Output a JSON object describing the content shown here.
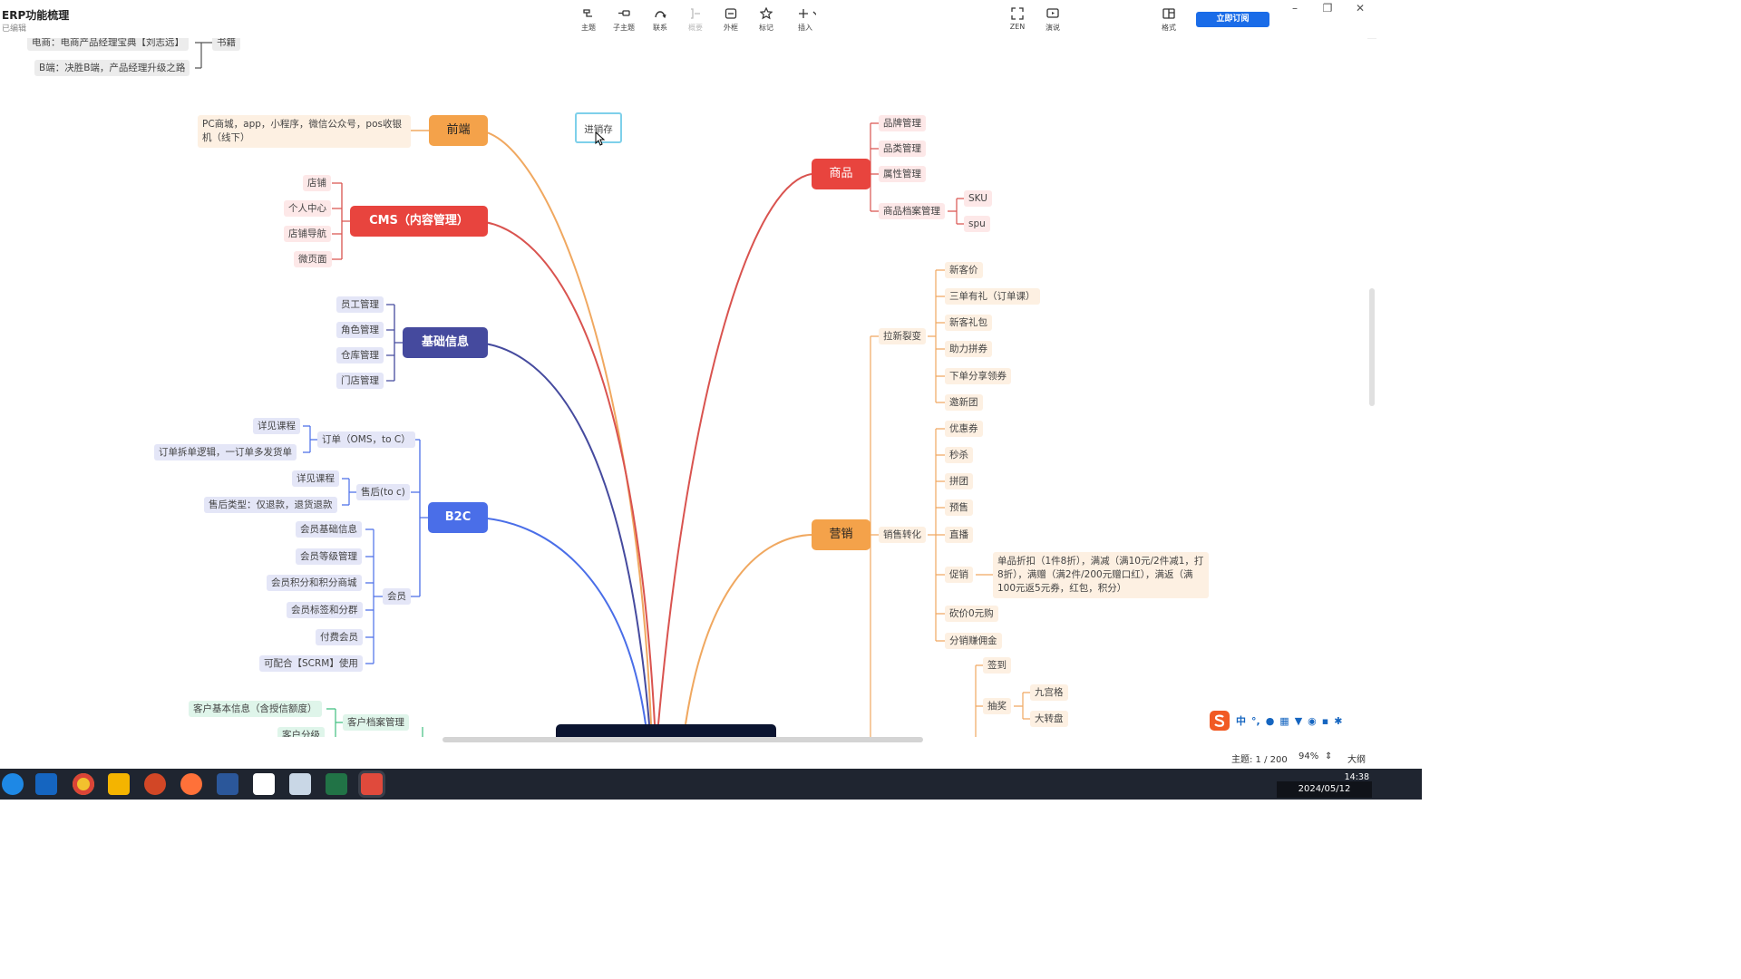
{
  "header": {
    "title": "ERP功能梳理",
    "subtitle": "已编辑",
    "subscribe": "立即订阅"
  },
  "toolbar": [
    {
      "label": "主题",
      "icon": "topic-icon"
    },
    {
      "label": "子主题",
      "icon": "subtopic-icon"
    },
    {
      "label": "联系",
      "icon": "relationship-icon"
    },
    {
      "label": "概要",
      "icon": "summary-icon"
    },
    {
      "label": "外框",
      "icon": "boundary-icon"
    },
    {
      "label": "标记",
      "icon": "marker-icon"
    },
    {
      "label": "插入",
      "icon": "insert-icon"
    },
    {
      "label": "ZEN",
      "icon": "zen-icon"
    },
    {
      "label": "演说",
      "icon": "pitch-icon"
    },
    {
      "label": "格式",
      "icon": "format-icon"
    }
  ],
  "colors": {
    "red": "#e8443e",
    "orange": "#f4a24a",
    "navy": "#454a9e",
    "blue": "#4a6ee8",
    "orange_branch": "#f0a860",
    "red_branch": "#d9534f",
    "root": "#0b1430",
    "accent": "#1a6ce8"
  },
  "mindmap": {
    "books": {
      "label": "书籍",
      "items": [
        "电商：电商产品经理宝典【刘志远】",
        "B端：决胜B端，产品经理升级之路"
      ]
    },
    "frontend": {
      "label": "前端",
      "note": "PC商城，app，小程序，微信公众号，pos收银机（线下）"
    },
    "inventory": "进销存",
    "cms": {
      "label": "CMS（内容管理）",
      "items": [
        "店铺",
        "个人中心",
        "店铺导航",
        "微页面"
      ]
    },
    "basic": {
      "label": "基础信息",
      "items": [
        "员工管理",
        "角色管理",
        "仓库管理",
        "门店管理"
      ]
    },
    "b2c": {
      "label": "B2C",
      "order": {
        "label": "订单（OMS，to C）",
        "items": [
          "详见课程",
          "订单拆单逻辑，一订单多发货单"
        ]
      },
      "after": {
        "label": "售后(to c)",
        "items": [
          "详见课程",
          "售后类型：仅退款，退货退款"
        ]
      },
      "member": {
        "label": "会员",
        "items": [
          "会员基础信息",
          "会员等级管理",
          "会员积分和积分商城",
          "会员标签和分群",
          "付费会员",
          "可配合【SCRM】使用"
        ]
      }
    },
    "customer": {
      "label": "客户档案管理",
      "items": [
        "客户基本信息（含授信额度）",
        "客户分级"
      ]
    },
    "goods": {
      "label": "商品",
      "items": [
        "品牌管理",
        "品类管理",
        "属性管理",
        "商品档案管理"
      ],
      "archive_items": [
        "SKU",
        "spu"
      ]
    },
    "marketing": {
      "label": "营销",
      "acquire": {
        "label": "拉新裂变",
        "items": [
          "新客价",
          "三单有礼（订单课）",
          "新客礼包",
          "助力拼券",
          "下单分享领券",
          "邀新团"
        ]
      },
      "convert": {
        "label": "销售转化",
        "items": [
          "优惠券",
          "秒杀",
          "拼团",
          "预售",
          "直播",
          "促销",
          "砍价0元购",
          "分销赚佣金"
        ]
      },
      "promo_note": "单品折扣（1件8折），满减（满10元/2件减1，打8折），满赠（满2件/200元赠口红），满返（满100元返5元券，红包，积分）",
      "engage": {
        "items": [
          "签到",
          "抽奖"
        ],
        "lottery": [
          "九宫格",
          "大转盘"
        ]
      }
    }
  },
  "status": {
    "topics": "主题: 1 / 200",
    "zoom": "94%",
    "outline": "大纲"
  },
  "taskbar": {
    "time": "14:38",
    "date": "2024/05/12 14:38:44"
  }
}
